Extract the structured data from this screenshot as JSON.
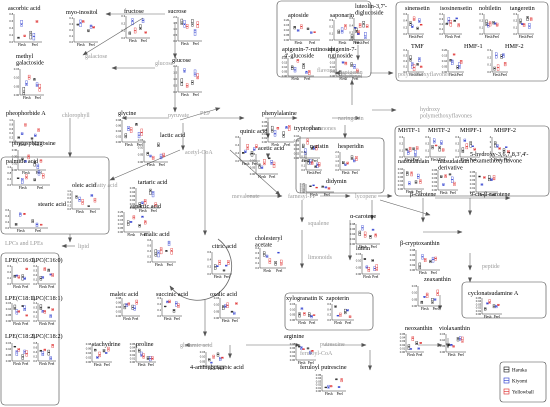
{
  "tissues": [
    "Flesh",
    "Peel"
  ],
  "legend": {
    "items": [
      {
        "name": "Haruka",
        "color": "#111111"
      },
      {
        "name": "Kiyomi",
        "color": "#2233cc"
      },
      {
        "name": "Yellowball",
        "color": "#dd2222"
      }
    ]
  },
  "pathway_nodes": [
    {
      "id": "galactose",
      "text": "galactose"
    },
    {
      "id": "glucose",
      "text": "glucose"
    },
    {
      "id": "pyruvate",
      "text": "pyruvate"
    },
    {
      "id": "pep",
      "text": "PEP"
    },
    {
      "id": "chlorophyll",
      "text": "chlorophyll"
    },
    {
      "id": "acetyl-coa",
      "text": "acetyl-CoA"
    },
    {
      "id": "fatty-acid",
      "text": "fatty acid"
    },
    {
      "id": "lipid",
      "text": "lipid"
    },
    {
      "id": "lpcs-lpes",
      "text": "LPCs and LPEs"
    },
    {
      "id": "glutamic-acid",
      "text": "glutamic acid"
    },
    {
      "id": "flavonol",
      "text": "flavonol"
    },
    {
      "id": "flavones",
      "text": "flavones"
    },
    {
      "id": "apigenin",
      "text": "apigenin"
    },
    {
      "id": "naringenin",
      "text": "naringenin"
    },
    {
      "id": "flavanones",
      "text": "flavanones"
    },
    {
      "id": "polymethoxyflavones",
      "text": "polymethoxyflavones"
    },
    {
      "id": "hydroxy-pmf",
      "text": "hydroxy\npolymethoxyflavones"
    },
    {
      "id": "mevalonate",
      "text": "mevalonate"
    },
    {
      "id": "farnesyl-pp",
      "text": "farnesyl-PP"
    },
    {
      "id": "lycopene",
      "text": "lycopene"
    },
    {
      "id": "squalene",
      "text": "squalene"
    },
    {
      "id": "limonoids",
      "text": "limonoids"
    },
    {
      "id": "putrescine",
      "text": "putrescine"
    },
    {
      "id": "feruloyl-coa",
      "text": "feruloyl-CoA"
    },
    {
      "id": "peptide",
      "text": "peptide"
    }
  ],
  "metabolites": [
    {
      "id": "ascorbic-acid",
      "text": "ascorbic acid"
    },
    {
      "id": "myo-inositol",
      "text": "myo-inositol"
    },
    {
      "id": "fructose",
      "text": "fructose"
    },
    {
      "id": "sucrose",
      "text": "sucrose"
    },
    {
      "id": "methyl-galactoside",
      "text": "methyl\ngalactoside"
    },
    {
      "id": "glucose-plot",
      "text": "glucose"
    },
    {
      "id": "apioside",
      "text": "apioside"
    },
    {
      "id": "saponarin",
      "text": "saponarin"
    },
    {
      "id": "apigenin-7-rutinoside-4-glucoside",
      "text": "apigenin-7-rutinoside\n-4'-glucoside"
    },
    {
      "id": "apigenin-7-rutinoside",
      "text": "apigenin-7-\nrutinoside"
    },
    {
      "id": "luteolin-diglucoside",
      "text": "luteolin-3,7'-\ndiglucoside"
    },
    {
      "id": "sinensetin",
      "text": "sinensetin"
    },
    {
      "id": "isosinensetin",
      "text": "isosinensetin"
    },
    {
      "id": "nobiletin",
      "text": "nobiletin"
    },
    {
      "id": "tangeretin",
      "text": "tangeretin"
    },
    {
      "id": "tmf",
      "text": "TMF"
    },
    {
      "id": "hmf-1",
      "text": "HMF-1"
    },
    {
      "id": "hmf-2",
      "text": "HMF-2"
    },
    {
      "id": "pheophorbide-a",
      "text": "pheophorbide A"
    },
    {
      "id": "glycine",
      "text": "glycine"
    },
    {
      "id": "lactic-acid",
      "text": "lactic acid"
    },
    {
      "id": "phenylalanine",
      "text": "phenylalanine"
    },
    {
      "id": "quinic-acid",
      "text": "quinic acid"
    },
    {
      "id": "tryptophan",
      "text": "tryptophan"
    },
    {
      "id": "acetic-acid",
      "text": "acetic acid"
    },
    {
      "id": "phytosphingosine",
      "text": "phytosphingosine"
    },
    {
      "id": "palmitic-acid",
      "text": "palmitic acid"
    },
    {
      "id": "oleic-acid",
      "text": "oleic acid"
    },
    {
      "id": "stearic-acid",
      "text": "stearic acid"
    },
    {
      "id": "naristin",
      "text": "naristin"
    },
    {
      "id": "hesperidin",
      "text": "hesperidin"
    },
    {
      "id": "didymin",
      "text": "didymin"
    },
    {
      "id": "mhtf-1",
      "text": "MHTF-1"
    },
    {
      "id": "mhtf-2",
      "text": "MHTF-2"
    },
    {
      "id": "mhpf-1",
      "text": "MHPF-1"
    },
    {
      "id": "mhpf-2",
      "text": "MHPF-2"
    },
    {
      "id": "natsudaidain",
      "text": "natsudaidain"
    },
    {
      "id": "natsudaidain-derivative",
      "text": "natsudaidain\nderivative"
    },
    {
      "id": "hexamethoxyflavone",
      "text": "5-hydroxy-3,6,7,8,3',4'-\nhexamethoxyflavone"
    },
    {
      "id": "tartaric-acid",
      "text": "tartaric acid"
    },
    {
      "id": "aspartic-acid",
      "text": "aspartic acid"
    },
    {
      "id": "malic-acid",
      "text": "malic acid"
    },
    {
      "id": "citric-acid",
      "text": "citric acid"
    },
    {
      "id": "cholesteryl-acetate",
      "text": "cholesteryl\nacetate"
    },
    {
      "id": "alpha-carotene",
      "text": "α-carotene"
    },
    {
      "id": "beta-carotene",
      "text": "β-carotene"
    },
    {
      "id": "9-cis-beta-carotene",
      "text": "9-cis-β-carotene"
    },
    {
      "id": "lutein",
      "text": "lutein"
    },
    {
      "id": "beta-cryptoxanthin",
      "text": "β-cryptoxanthin"
    },
    {
      "id": "zeaxanthin",
      "text": "zeaxanthin"
    },
    {
      "id": "neoxanthin",
      "text": "neoxanthin"
    },
    {
      "id": "violaxanthin",
      "text": "violaxanthin"
    },
    {
      "id": "cyclonatsudamine-a",
      "text": "cyclonatsudamine A"
    },
    {
      "id": "xylogranatin-k",
      "text": "xylogranatin K"
    },
    {
      "id": "zapoterin",
      "text": "zapoterin"
    },
    {
      "id": "maleic-acid",
      "text": "maleic acid"
    },
    {
      "id": "succinic-acid",
      "text": "succinic acid"
    },
    {
      "id": "oxalic-acid",
      "text": "oxalic acid"
    },
    {
      "id": "stachydrine",
      "text": "stachydrine"
    },
    {
      "id": "proline",
      "text": "proline"
    },
    {
      "id": "arginine",
      "text": "arginine"
    },
    {
      "id": "4-aminobutanoic-acid",
      "text": "4-aminobutanoic acid"
    },
    {
      "id": "feruloyl-putrescine",
      "text": "feruloyl putrescine"
    },
    {
      "id": "lpc-16-0",
      "text": "LPE(C16:0)"
    },
    {
      "id": "lpc-c16-0",
      "text": "LPC(C16:0)"
    },
    {
      "id": "lpe-18-1",
      "text": "LPE(C18:1)"
    },
    {
      "id": "lpc-18-1",
      "text": "LPC(C18:1)"
    },
    {
      "id": "lpe-18-2",
      "text": "LPE(C18:2)"
    },
    {
      "id": "lpc-18-2",
      "text": "LPC(C18:2)"
    }
  ],
  "axis_ticks": {
    "a": [
      "0.8",
      "0.6",
      "0.4",
      "0.2",
      "0.0"
    ],
    "b": [
      "0.4",
      "0.3",
      "0.2",
      "0.1",
      "0.0"
    ],
    "c": [
      "0.3",
      "0.2",
      "0.1",
      "0.0"
    ],
    "d": [
      "2.0",
      "1.5",
      "1.0",
      "0.5",
      "0.0"
    ],
    "e": [
      "0.15",
      "0.10",
      "0.05",
      "0.00"
    ],
    "f": [
      "0.20",
      "0.15",
      "0.10",
      "0.05",
      "0.00"
    ],
    "g": [
      "1.0",
      "0.8",
      "0.6",
      "0.4",
      "0.2",
      "0.0"
    ],
    "h": [
      "0.08",
      "0.06",
      "0.04",
      "0.02",
      "0.00"
    ],
    "i": [
      "0.6",
      "0.4",
      "0.2",
      "0.0"
    ],
    "j": [
      "4",
      "3",
      "2",
      "1",
      "0"
    ],
    "k": [
      "0.30",
      "0.20",
      "0.10",
      "0.00"
    ],
    "l": [
      "1.2",
      "0.8",
      "0.4",
      "0.0"
    ],
    "m": [
      "0.05",
      "0.04",
      "0.03",
      "0.02",
      "0.01",
      "0.00"
    ],
    "n": [
      "0.25",
      "0.20",
      "0.15",
      "0.10",
      "0.05",
      "0.00"
    ],
    "o": [
      "0.10",
      "0.08",
      "0.06",
      "0.04",
      "0.02",
      "0.00"
    ]
  }
}
